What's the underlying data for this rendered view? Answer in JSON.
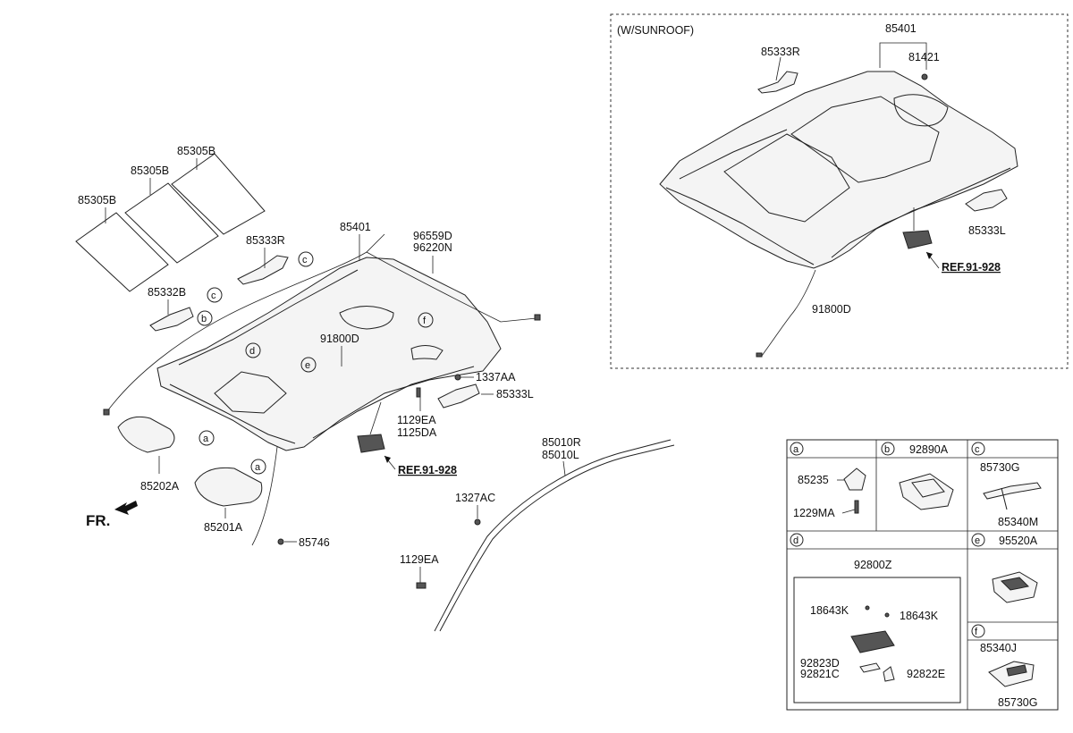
{
  "inset": {
    "title": "(W/SUNROOF)",
    "labels": {
      "p85401": "85401",
      "p85333R": "85333R",
      "p81421": "81421",
      "p85333L": "85333L",
      "p91800D": "91800D",
      "ref": "REF.91-928"
    }
  },
  "main": {
    "labels": {
      "p85305B_1": "85305B",
      "p85305B_2": "85305B",
      "p85305B_3": "85305B",
      "p85333R": "85333R",
      "p85401": "85401",
      "p96559D": "96559D",
      "p96220N": "96220N",
      "p85332B": "85332B",
      "p91800D": "91800D",
      "p1337AA": "1337AA",
      "p85333L": "85333L",
      "p1129EA": "1129EA",
      "p1125DA": "1125DA",
      "p85202A": "85202A",
      "p85201A": "85201A",
      "p85746": "85746",
      "p85010R": "85010R",
      "p85010L": "85010L",
      "p1327AC": "1327AC",
      "p1129EA_2": "1129EA",
      "ref": "REF.91-928",
      "fr": "FR."
    },
    "callouts": [
      "a",
      "b",
      "c",
      "d",
      "e",
      "f"
    ]
  },
  "table": {
    "a": {
      "letter": "a",
      "parts": [
        "85235",
        "1229MA"
      ]
    },
    "b": {
      "letter": "b",
      "part": "92890A"
    },
    "c": {
      "letter": "c",
      "parts": [
        "85730G",
        "85340M"
      ]
    },
    "d": {
      "letter": "d",
      "part": "92800Z",
      "sub": [
        "18643K",
        "18643K",
        "92823D",
        "92821C",
        "92822E"
      ]
    },
    "e": {
      "letter": "e",
      "part": "95520A"
    },
    "f": {
      "letter": "f",
      "parts": [
        "85340J",
        "85730G"
      ]
    }
  }
}
